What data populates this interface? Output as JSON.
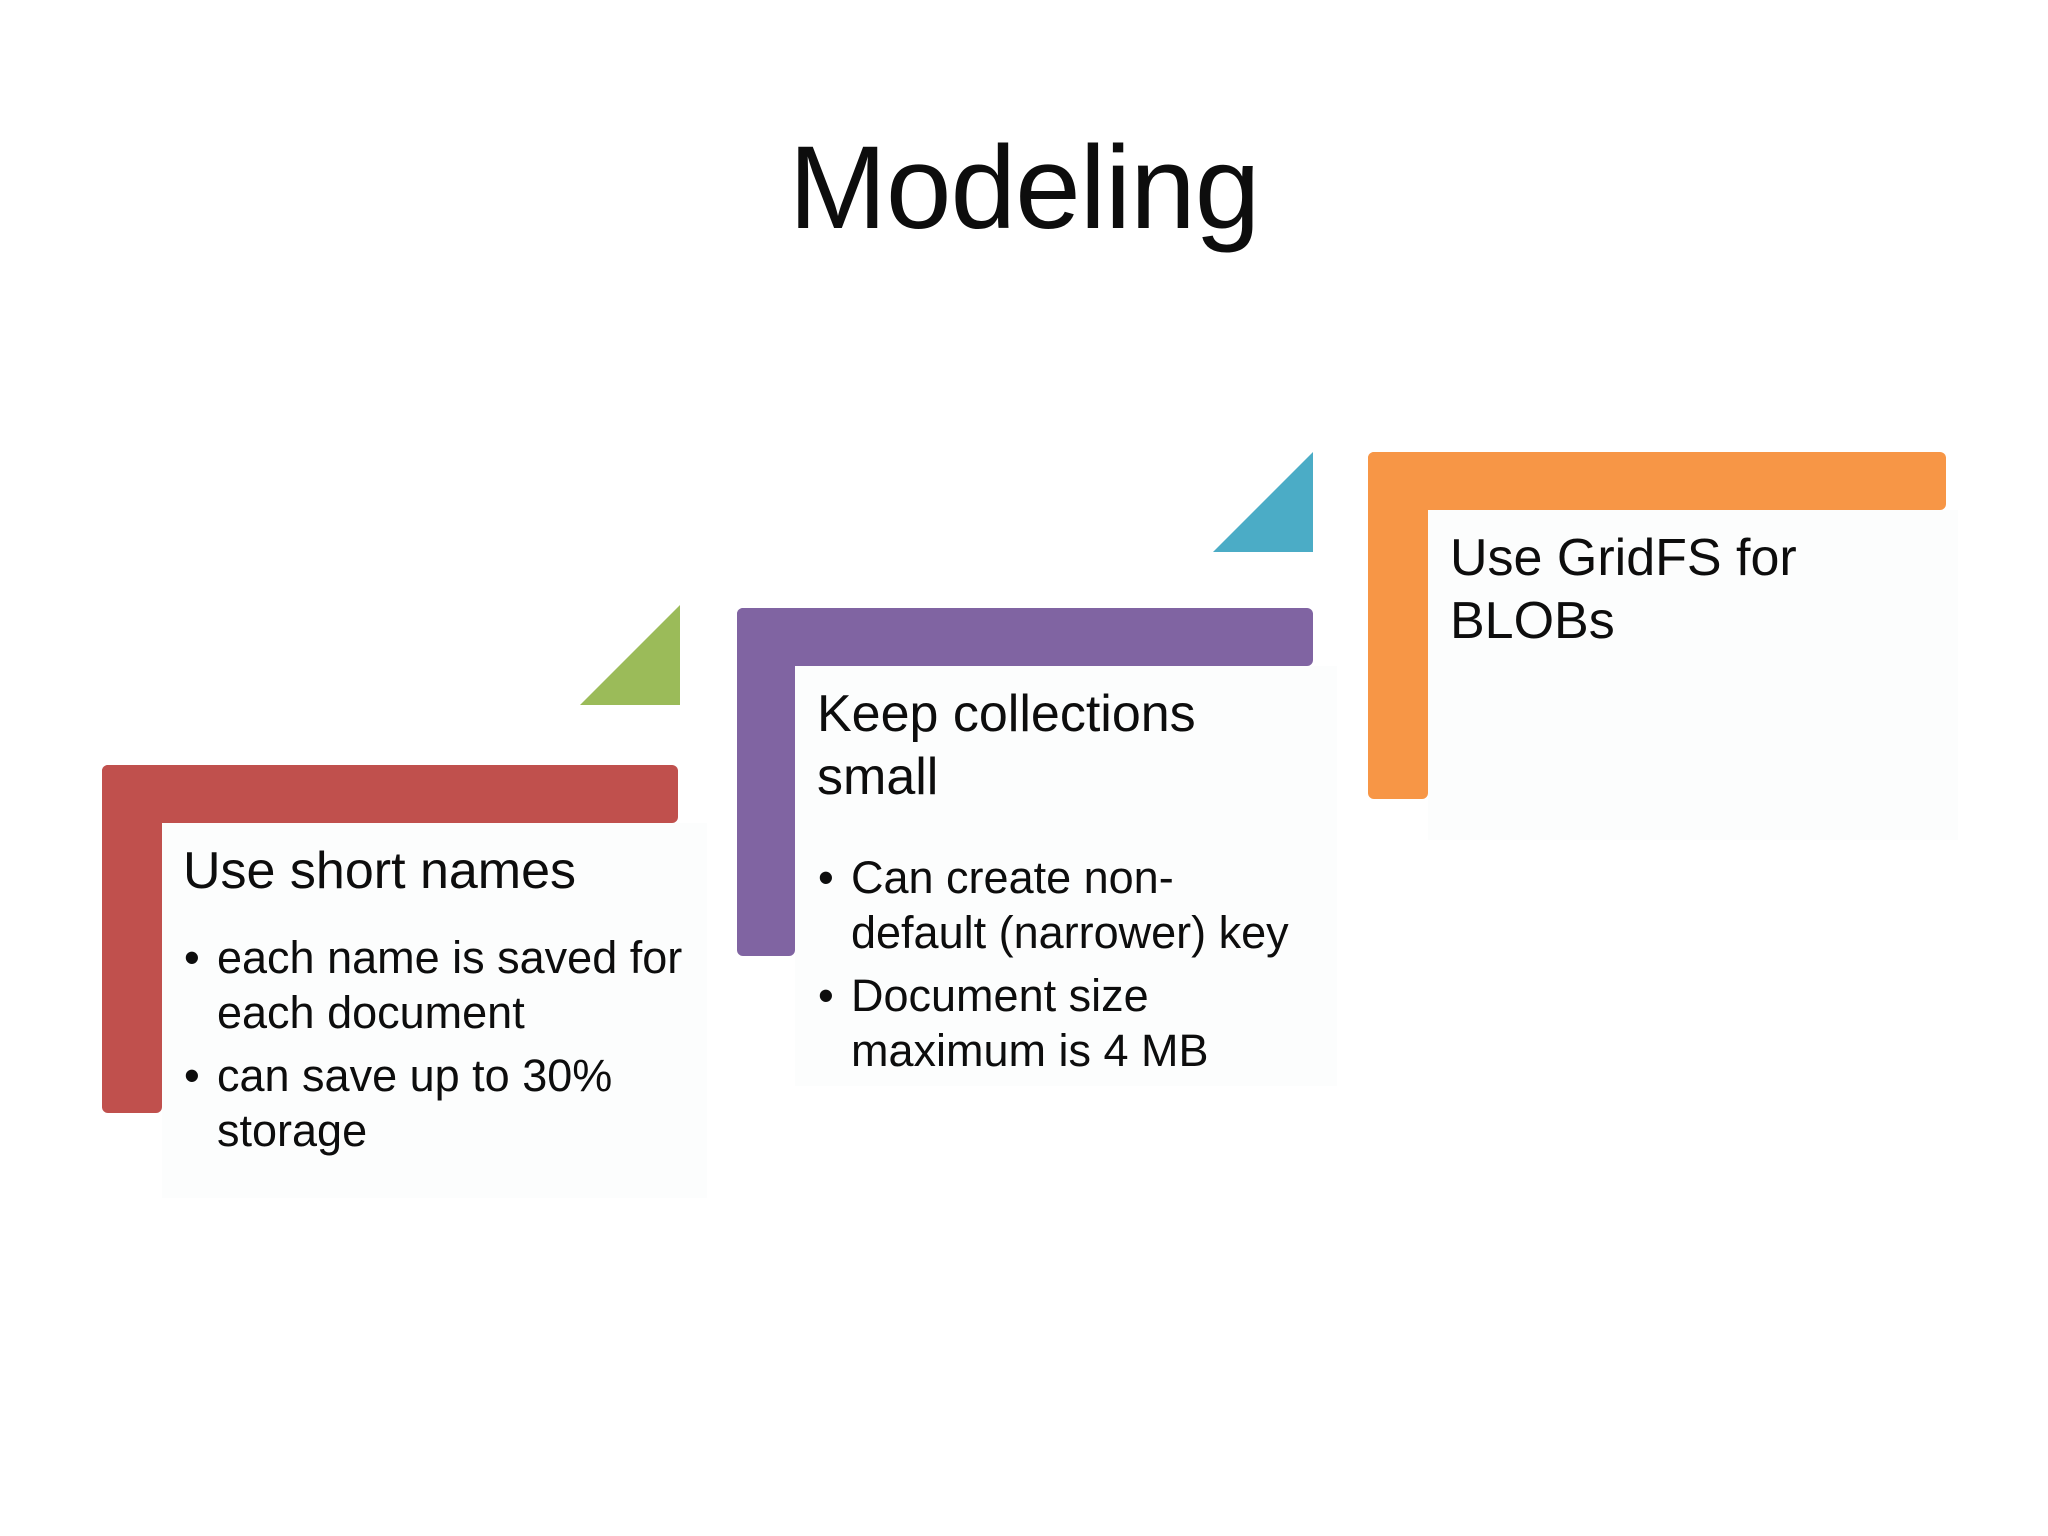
{
  "slide": {
    "title": "Modeling",
    "background_color": "#ffffff",
    "text_color": "#0d0d0d"
  },
  "diagram": {
    "type": "step-up-process",
    "steps": [
      {
        "title": "Use short names",
        "bullets": [
          "each name is saved for\neach document",
          "can save up to 30%\nstorage"
        ],
        "accent_color": "#c0504d"
      },
      {
        "title": "Keep collections\nsmall",
        "bullets": [
          "Can create non-\ndefault (narrower) key",
          "Document size\nmaximum is 4 MB"
        ],
        "accent_color": "#8064a2"
      },
      {
        "title": "Use GridFS for\nBLOBs",
        "bullets": [],
        "accent_color": "#f79646"
      }
    ],
    "up_arrows": [
      {
        "name": "up-arrow-1",
        "color": "#9bbb59"
      },
      {
        "name": "up-arrow-2",
        "color": "#4bacc6"
      }
    ]
  }
}
